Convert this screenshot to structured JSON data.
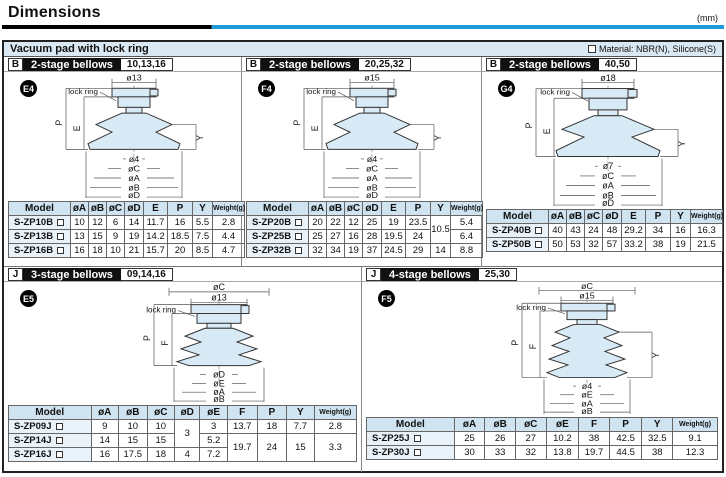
{
  "page": {
    "title": "Dimensions",
    "unit": "(mm)"
  },
  "section": {
    "title": "Vacuum pad with lock ring",
    "material_note": "Material: NBR(N), Silicone(S)"
  },
  "colors": {
    "accent_blue": "#1f9ad6",
    "section_bg": "#d9e8f2",
    "table_header_bg": "#cfe3f0",
    "diagram_fill": "#d8eaf5"
  },
  "panels": [
    {
      "type_letter": "B",
      "type_label": "2-stage bellows",
      "sizes": "10,13,16",
      "badge": "E4",
      "diagram": {
        "lock_ring": "lock ring",
        "top": "ø13",
        "left_outer": "P",
        "left_inner": "E",
        "right": "Y",
        "bottom": [
          "ø4",
          "øC",
          "øA",
          "øB",
          "øD"
        ]
      },
      "table": {
        "headers": [
          "Model",
          "øA",
          "øB",
          "øC",
          "øD",
          "E",
          "P",
          "Y",
          "Weight(g)"
        ],
        "rows": [
          {
            "model": "S-ZP10B",
            "cells": [
              "10",
              "12",
              "6",
              "14",
              "11.7",
              "16",
              "5.5",
              "2.8"
            ]
          },
          {
            "model": "S-ZP13B",
            "cells": [
              "13",
              "15",
              "9",
              "19",
              "14.2",
              "18.5",
              "7.5",
              "4.4"
            ]
          },
          {
            "model": "S-ZP16B",
            "cells": [
              "16",
              "18",
              "10",
              "21",
              "15.7",
              "20",
              "8.5",
              "4.7"
            ]
          }
        ]
      }
    },
    {
      "type_letter": "B",
      "type_label": "2-stage bellows",
      "sizes": "20,25,32",
      "badge": "F4",
      "diagram": {
        "lock_ring": "lock ring",
        "top": "ø15",
        "left_outer": "P",
        "left_inner": "E",
        "right": "Y",
        "bottom": [
          "ø4",
          "øC",
          "øA",
          "øB",
          "øD"
        ]
      },
      "table": {
        "headers": [
          "Model",
          "øA",
          "øB",
          "øC",
          "øD",
          "E",
          "P",
          "Y",
          "Weight(g)"
        ],
        "rows": [
          {
            "model": "S-ZP20B",
            "cells": [
              "20",
              "22",
              "12",
              "25",
              "19",
              "23.5",
              "10.5",
              "5.4"
            ]
          },
          {
            "model": "S-ZP25B",
            "cells": [
              "25",
              "27",
              "16",
              "28",
              "19.5",
              "24",
              "6.4"
            ]
          },
          {
            "model": "S-ZP32B",
            "cells": [
              "32",
              "34",
              "19",
              "37",
              "24.5",
              "29",
              "14",
              "8.8"
            ]
          }
        ]
      }
    },
    {
      "type_letter": "B",
      "type_label": "2-stage bellows",
      "sizes": "40,50",
      "badge": "G4",
      "diagram": {
        "lock_ring": "lock ring",
        "top": "ø18",
        "left_outer": "P",
        "left_inner": "E",
        "right": "Y",
        "bottom": [
          "ø7",
          "øC",
          "øA",
          "øB",
          "øD"
        ]
      },
      "table": {
        "headers": [
          "Model",
          "øA",
          "øB",
          "øC",
          "øD",
          "E",
          "P",
          "Y",
          "Weight(g)"
        ],
        "rows": [
          {
            "model": "S-ZP40B",
            "cells": [
              "40",
              "43",
              "24",
              "48",
              "29.2",
              "34",
              "16",
              "16.3"
            ]
          },
          {
            "model": "S-ZP50B",
            "cells": [
              "50",
              "53",
              "32",
              "57",
              "33.2",
              "38",
              "19",
              "21.5"
            ]
          }
        ]
      }
    },
    {
      "type_letter": "J",
      "type_label": "3-stage bellows",
      "sizes": "09,14,16",
      "badge": "E5",
      "diagram": {
        "lock_ring": "lock ring",
        "outer_top": "øC",
        "top": "ø13",
        "left_outer": "P",
        "left_inner": "F",
        "bottom": [
          "øD",
          "øE",
          "øA",
          "øB"
        ]
      },
      "table": {
        "headers": [
          "Model",
          "øA",
          "øB",
          "øC",
          "øD",
          "øE",
          "F",
          "P",
          "Y",
          "Weight(g)"
        ],
        "rows": [
          {
            "model": "S-ZP09J",
            "cells": [
              "9",
              "10",
              "10",
              "3",
              "3",
              "13.7",
              "18",
              "7.7",
              "2.8"
            ]
          },
          {
            "model": "S-ZP14J",
            "cells": [
              "14",
              "15",
              "15",
              "5.2",
              "19.7",
              "24",
              "15",
              "3.3"
            ]
          },
          {
            "model": "S-ZP16J",
            "cells": [
              "16",
              "17.5",
              "18",
              "4",
              "7.2"
            ]
          }
        ]
      }
    },
    {
      "type_letter": "J",
      "type_label": "4-stage bellows",
      "sizes": "25,30",
      "badge": "F5",
      "diagram": {
        "lock_ring": "lock ring",
        "outer_top": "øC",
        "top": "ø15",
        "left_outer": "P",
        "left_inner": "F",
        "right": "Y",
        "bottom": [
          "ø4",
          "øE",
          "øA",
          "øB"
        ]
      },
      "table": {
        "headers": [
          "Model",
          "øA",
          "øB",
          "øC",
          "øE",
          "F",
          "P",
          "Y",
          "Weight(g)"
        ],
        "rows": [
          {
            "model": "S-ZP25J",
            "cells": [
              "25",
              "26",
              "27",
              "10.2",
              "38",
              "42.5",
              "32.5",
              "9.1"
            ]
          },
          {
            "model": "S-ZP30J",
            "cells": [
              "30",
              "33",
              "32",
              "13.8",
              "19.7",
              "44.5",
              "38",
              "12.3"
            ]
          }
        ]
      }
    }
  ]
}
